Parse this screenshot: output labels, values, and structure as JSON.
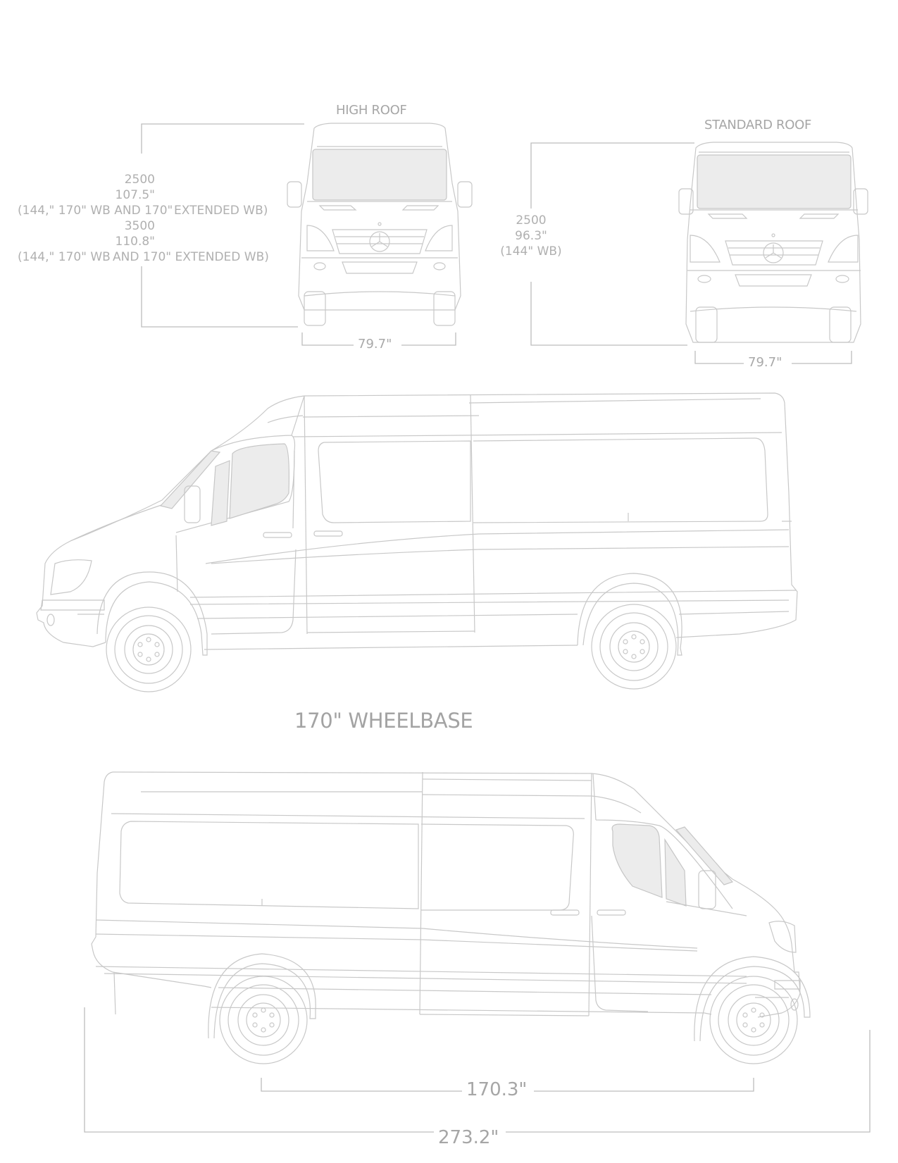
{
  "front_views": {
    "high_roof": {
      "label": "HIGH ROOF",
      "heights": [
        {
          "model": "2500",
          "height": "107.5\"",
          "note_left": "(144,\" 170\" WB AND 170\"",
          "note_right": "EXTENDED WB)"
        },
        {
          "model": "3500",
          "height": "110.8\"",
          "note_left": "(144,\" 170\" WB",
          "note_right": "AND 170\" EXTENDED WB)"
        }
      ],
      "width": "79.7\""
    },
    "standard_roof": {
      "label": "STANDARD ROOF",
      "heights": [
        {
          "model": "2500",
          "height": "96.3\"",
          "note": "(144\" WB)"
        }
      ],
      "width": "79.7\""
    }
  },
  "side_views": {
    "title": "170\" WHEELBASE",
    "wheelbase": "170.3\"",
    "overall_length": "273.2\""
  },
  "colors": {
    "line": "#c8c8c8",
    "text": "#a9a9a9",
    "glass": "#ececec",
    "background": "#ffffff"
  }
}
